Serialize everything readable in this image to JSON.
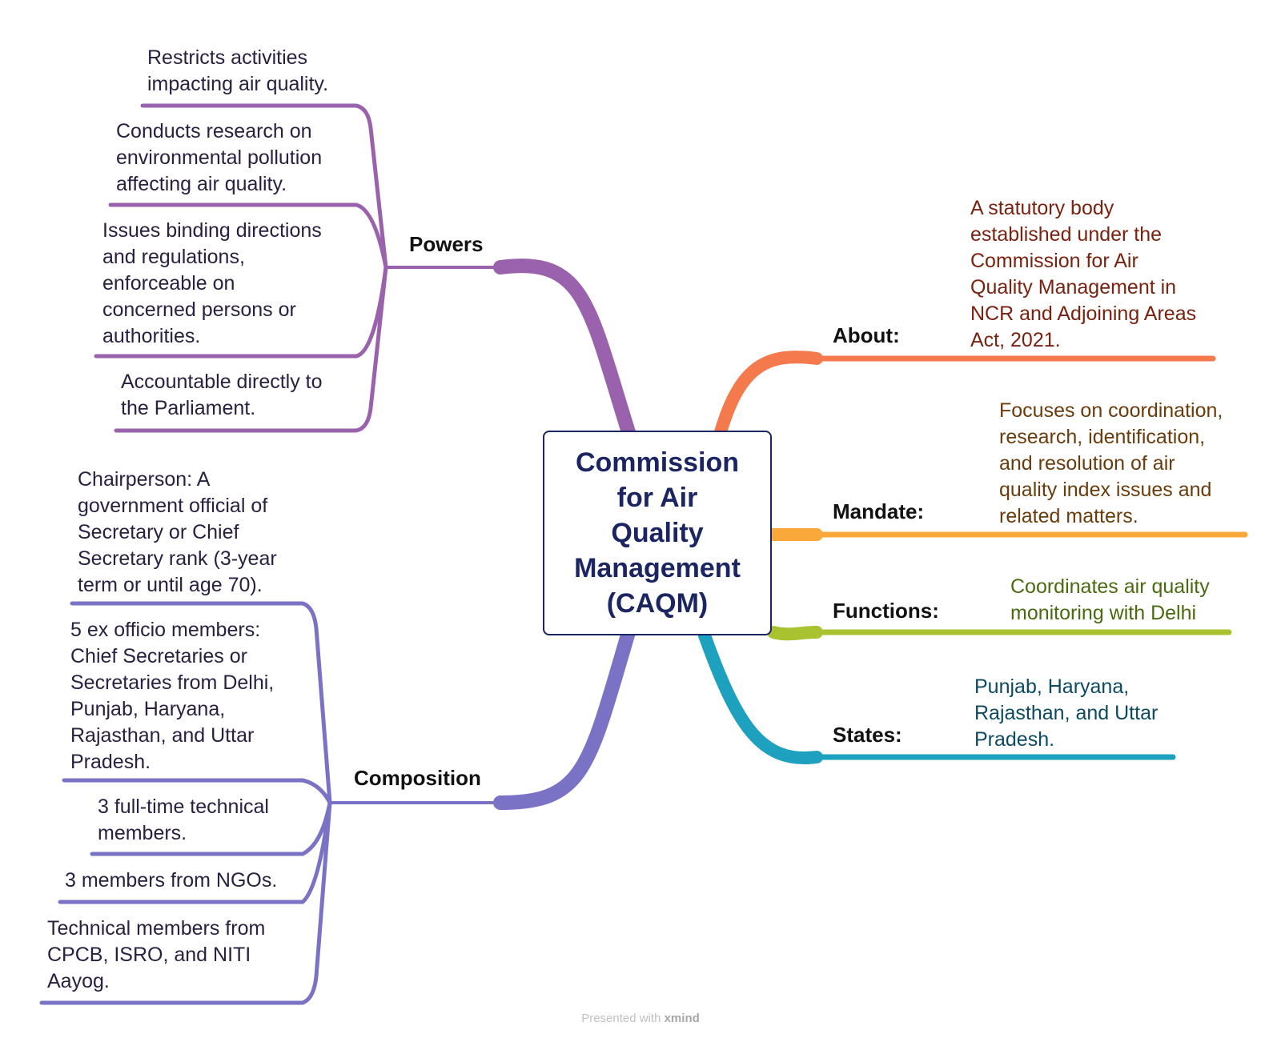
{
  "central_topic": {
    "lines": [
      "Commission",
      "for Air",
      "Quality",
      "Management",
      "(CAQM)"
    ]
  },
  "colors": {
    "central_border": "#1b2562",
    "powers": "#9a62ad",
    "composition": "#7a72c4",
    "about": "#f47a4d",
    "mandate": "#f8a93a",
    "functions": "#a9c230",
    "states": "#1ea0bf"
  },
  "branches": {
    "powers": {
      "label": "Powers",
      "items": [
        "Restricts activities\nimpacting air quality.",
        "Conducts research on\nenvironmental pollution\naffecting air quality.",
        "Issues binding directions\nand regulations,\nenforceable on\nconcerned persons or\nauthorities.",
        "Accountable directly to\nthe Parliament."
      ]
    },
    "composition": {
      "label": "Composition",
      "items": [
        "Chairperson: A\ngovernment official of\nSecretary or Chief\nSecretary rank (3-year\nterm or until age 70).",
        "5 ex officio members:\nChief Secretaries or\nSecretaries from Delhi,\nPunjab, Haryana,\nRajasthan, and Uttar\nPradesh.",
        "3 full-time technical\nmembers.",
        "3 members from NGOs.",
        "Technical members from\nCPCB, ISRO, and NITI\nAayog."
      ]
    },
    "about": {
      "label": "About:",
      "text": "A statutory body\nestablished under the\nCommission for Air\nQuality Management in\nNCR and Adjoining Areas\nAct, 2021."
    },
    "mandate": {
      "label": "Mandate:",
      "text": "Focuses on coordination,\nresearch, identification,\nand resolution of air\nquality index issues and\nrelated matters."
    },
    "functions": {
      "label": "Functions:",
      "text": "Coordinates air quality\nmonitoring with Delhi"
    },
    "states": {
      "label": "States:",
      "text": "Punjab, Haryana,\nRajasthan, and Uttar\nPradesh."
    }
  },
  "footer": {
    "prefix": "Presented with ",
    "brand": "xmind"
  }
}
